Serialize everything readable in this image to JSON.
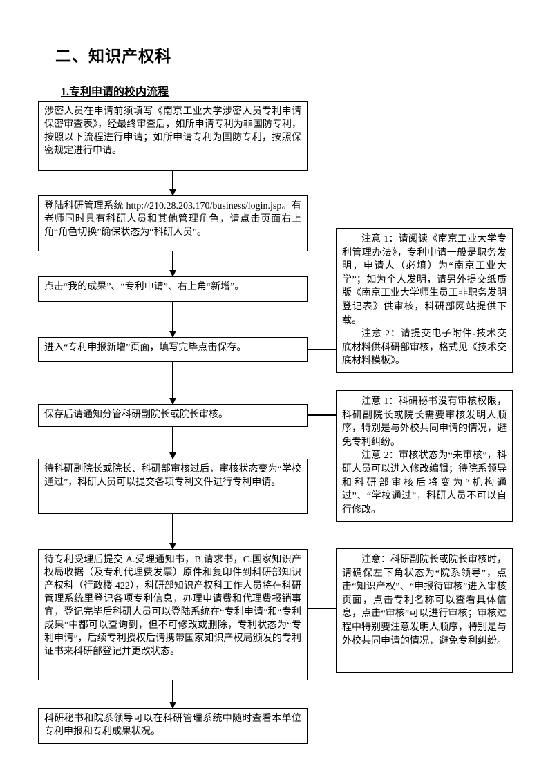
{
  "page": {
    "section_title": "二、知识产权科",
    "subsection_title": "1.专利申请的校内流程"
  },
  "flow_steps": [
    {
      "id": 1,
      "text": "涉密人员在申请前须填写《南京工业大学涉密人员专利申请保密审查表》，经最终审查后，如所申请专利为非国防专利，按照以下流程进行申请；如所申请专利为国防专利，按照保密规定进行申请。"
    },
    {
      "id": 2,
      "text": "登陆科研管理系统 http://210.28.203.170/business/login.jsp。有老师同时具有科研人员和其他管理角色，请点击页面右上角“角色切换”确保状态为“科研人员”。"
    },
    {
      "id": 3,
      "text": "点击“我的成果”、“专利申请”、右上角“新增”。"
    },
    {
      "id": 4,
      "text": "进入“专利申报新增”页面，填写完毕点击保存。"
    },
    {
      "id": 5,
      "text": "保存后请通知分管科研副院长或院长审核。"
    },
    {
      "id": 6,
      "text": "待科研副院长或院长、科研部审核过后，审核状态变为“学校通过”，科研人员可以提交各项专利文件进行专利申请。"
    },
    {
      "id": 7,
      "text": "待专利受理后提交 A.受理通知书，B.请求书，C.国家知识产权局收据（及专利代理费发票）原件和复印件到科研部知识产权科（行政楼 422），科研部知识产权科工作人员将在科研管理系统里登记各项专利信息，办理申请费和代理费报销事宜，登记完毕后科研人员可以登陆系统在“专利申请”和“专利成果”中都可以查询到，但不可修改或删除，专利状态为“专利申请”，后续专利授权后请携带国家知识产权局颁发的专利证书来科研部登记并更改状态。"
    },
    {
      "id": 8,
      "text": "科研秘书和院系领导可以在科研管理系统中随时查看本单位专利申报和专利成果状况。"
    }
  ],
  "notes": [
    {
      "id": 1,
      "paragraphs": [
        "注意 1：请阅读《南京工业大学专利管理办法》，专利申请一般是职务发明，申请人（必填）为“南京工业大学”；如为个人发明，请另外提交纸质版《南京工业大学师生员工非职务发明登记表》供审核，科研部网站提供下载。",
        "注意 2：请提交电子附件-技术交底材料供科研部审核，格式见《技术交底材料模板》。"
      ]
    },
    {
      "id": 2,
      "paragraphs": [
        "注意 1：科研秘书没有审核权限，科研副院长或院长需要审核发明人顺序，特别是与外校共同申请的情况，避免专利纠纷。",
        "注意 2：审核状态为“未审核”，科研人员可以进入修改编辑；待院系领导和科研部审核后将变为“机构通过”、“学校通过”，科研人员不可以自行修改。"
      ]
    },
    {
      "id": 3,
      "paragraphs": [
        "注意：科研副院长或院长审核时，请确保左下角状态为“院系领导”，点击“知识产权”、“申报待审核”进入审核页面，点击专利名称可以查看具体信息，点击“审核”可以进行审核；审核过程中特别要注意发明人顺序，特别是与外校共同申请的情况，避免专利纠纷。"
      ]
    }
  ]
}
